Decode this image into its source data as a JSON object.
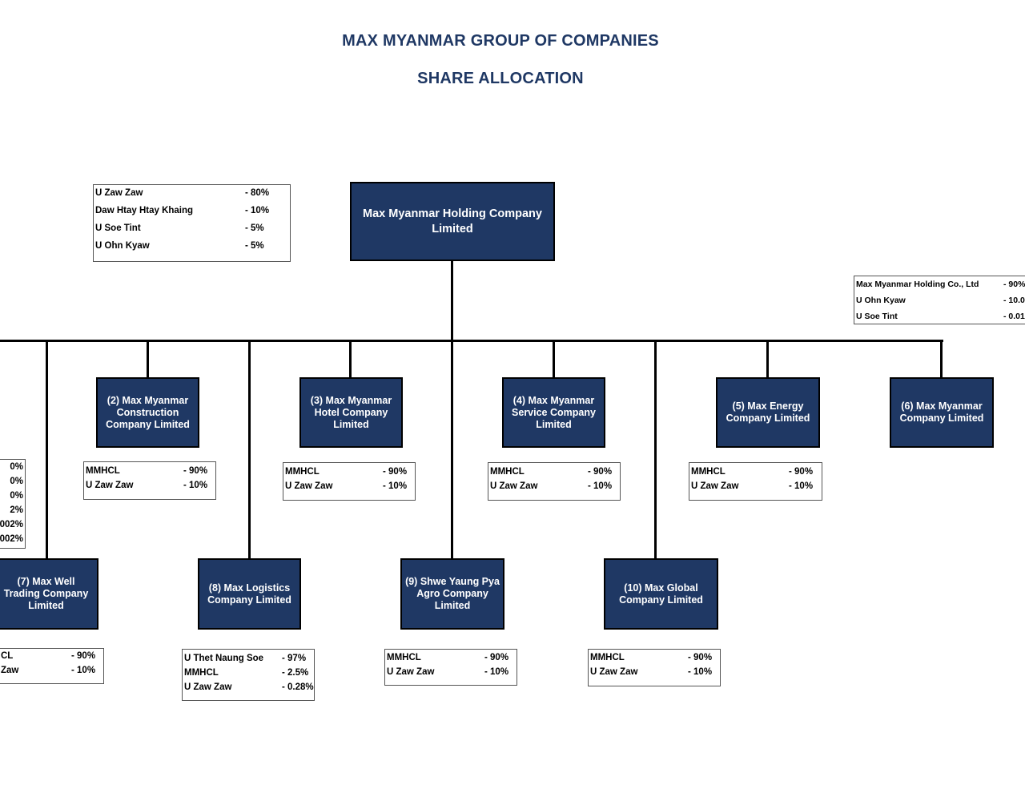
{
  "header": {
    "title": "MAX MYANMAR GROUP OF COMPANIES",
    "subtitle": "SHARE ALLOCATION"
  },
  "holding": {
    "name": "Max Myanmar Holding Company Limited",
    "shareholders": [
      {
        "name": "U Zaw Zaw",
        "share": "- 80%"
      },
      {
        "name": "Daw Htay Htay Khaing",
        "share": "- 10%"
      },
      {
        "name": "U Soe Tint",
        "share": "- 5%"
      },
      {
        "name": "U Ohn Kyaw",
        "share": "- 5%"
      }
    ]
  },
  "right_table": {
    "rows": [
      {
        "name": "Max Myanmar Holding Co., Ltd",
        "share": "- 90%"
      },
      {
        "name": "U Ohn Kyaw",
        "share": "- 10.0"
      },
      {
        "name": "U Soe Tint",
        "share": "- 0.01"
      }
    ]
  },
  "left_partial_table": {
    "rows": [
      "0%",
      "0%",
      "0%",
      "2%",
      "002%",
      "002%"
    ]
  },
  "companies": [
    {
      "label": "(2) Max Myanmar Construction Company Limited",
      "shares": [
        {
          "name": "MMHCL",
          "share": "- 90%"
        },
        {
          "name": "U Zaw Zaw",
          "share": "- 10%"
        }
      ]
    },
    {
      "label": "(3) Max Myanmar Hotel Company Limited",
      "shares": [
        {
          "name": "MMHCL",
          "share": "- 90%"
        },
        {
          "name": "U Zaw Zaw",
          "share": "- 10%"
        }
      ]
    },
    {
      "label": "(4) Max Myanmar Service Company Limited",
      "shares": [
        {
          "name": "MMHCL",
          "share": "- 90%"
        },
        {
          "name": "U Zaw Zaw",
          "share": "- 10%"
        }
      ]
    },
    {
      "label": "(5) Max Energy Company Limited",
      "shares": [
        {
          "name": "MMHCL",
          "share": "- 90%"
        },
        {
          "name": "U Zaw Zaw",
          "share": "- 10%"
        }
      ]
    },
    {
      "label": "(6) Max Myanmar Company Limited",
      "shares": []
    },
    {
      "label": "(7) Max Well Trading Company Limited",
      "shares": [
        {
          "name": "CL",
          "share": "- 90%"
        },
        {
          "name": "Zaw",
          "share": "- 10%"
        }
      ]
    },
    {
      "label": "(8) Max Logistics Company Limited",
      "shares": [
        {
          "name": "U Thet Naung Soe",
          "share": "- 97%"
        },
        {
          "name": "MMHCL",
          "share": "- 2.5%"
        },
        {
          "name": "U Zaw Zaw",
          "share": "- 0.28%"
        }
      ]
    },
    {
      "label": "(9) Shwe Yaung Pya Agro Company Limited",
      "shares": [
        {
          "name": "MMHCL",
          "share": "- 90%"
        },
        {
          "name": "U Zaw Zaw",
          "share": "- 10%"
        }
      ]
    },
    {
      "label": "(10) Max Global Company Limited",
      "shares": [
        {
          "name": "MMHCL",
          "share": "- 90%"
        },
        {
          "name": "U Zaw Zaw",
          "share": "- 10%"
        }
      ]
    }
  ],
  "colors": {
    "box_fill": "#1f3864",
    "title": "#1f3864",
    "line": "#000000"
  }
}
